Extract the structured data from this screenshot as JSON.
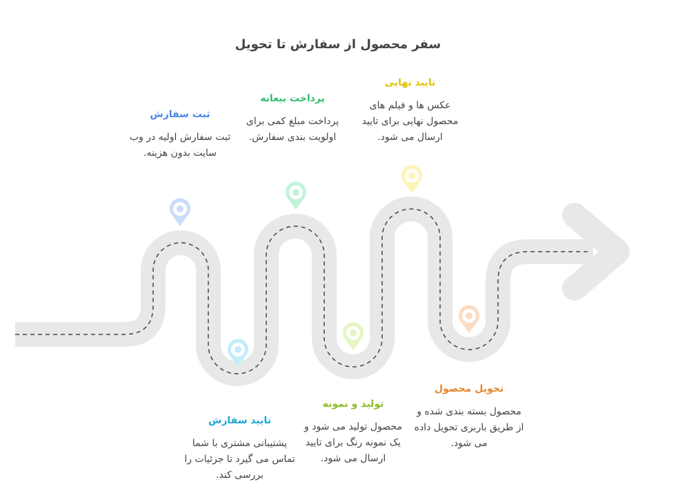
{
  "title": "سفر محصول از سفارش تا تحویل",
  "steps": [
    {
      "title": "ثبت سفارش",
      "desc": "ثبت سفارش اولیه در وب سایت بدون هزینه.",
      "color": "#4a86e8",
      "pin": "#c9dcfb"
    },
    {
      "title": "تایید سفارش",
      "desc": "پشتیبانی مشتری با شما تماس می گیرد تا جزئیات را بررسی کند.",
      "color": "#1aa7d8",
      "pin": "#c4ecfa"
    },
    {
      "title": "پرداخت بیعانه",
      "desc": "پرداخت مبلغ کمی برای اولویت بندی سفارش.",
      "color": "#2fbf6f",
      "pin": "#c2f2d8"
    },
    {
      "title": "تولید و نمونه",
      "desc": "محصول تولید می شود و یک نمونه رنگ برای تایید ارسال می شود.",
      "color": "#8bbf2a",
      "pin": "#e4f6c2"
    },
    {
      "title": "تایید نهایی",
      "desc": "عکس ها و فیلم های محصول نهایی برای تایید ارسال می شود.",
      "color": "#e0c400",
      "pin": "#fdf4b8"
    },
    {
      "title": "تحویل محصول",
      "desc": "محصول بسته بندی شده و از طریق باربری تحویل داده می شود.",
      "color": "#e6872e",
      "pin": "#fbdcc4"
    }
  ]
}
